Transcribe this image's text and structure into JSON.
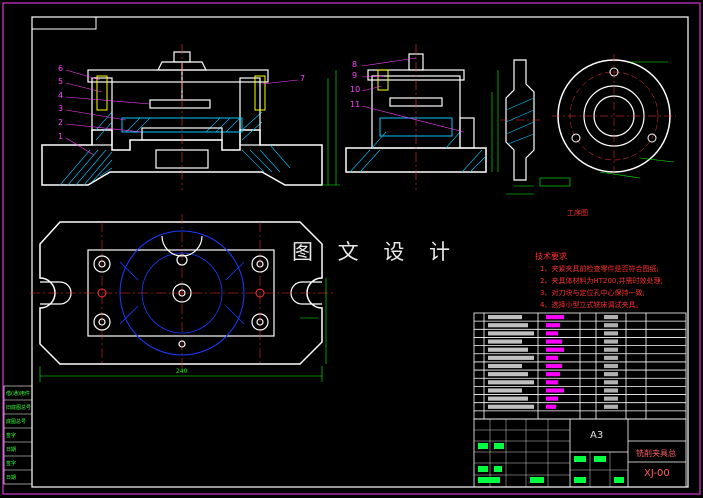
{
  "watermark": "图 文 设 计",
  "tech_requirements": {
    "title": "技术要求",
    "lines": [
      "1、夹紧夹具前检查零件是否符合图纸;",
      "2、夹具体材料为HT200,并需时效处理;",
      "3、对刀块与定位孔中心保持一致;",
      "4、选择小型立式铣床调试夹具。"
    ]
  },
  "workpiece_caption": "工序图",
  "title_block": {
    "size": "A3",
    "drawing_name": "铣削夹具总",
    "drawing_number": "XJ-00"
  },
  "part_numbers_left": [
    "6",
    "5",
    "4",
    "3",
    "2",
    "1"
  ],
  "part_number_right_left_view": "7",
  "part_numbers_mid": [
    "8",
    "9",
    "10",
    "11"
  ],
  "side_labels": [
    "借(通)用件",
    "旧底图总号",
    "底图总号",
    "签字",
    "日期",
    "签字",
    "日期"
  ],
  "bottom_dim": "240",
  "colors": {
    "frame": "#ffffff",
    "outline": "#ffffff",
    "hatch": "#00c8ff",
    "dimension": "#00ff00",
    "center": "#ff3030",
    "bolt": "#ffff00",
    "label": "#ff40ff",
    "circle": "#1a3cff",
    "table_bar": "#ff00ff"
  }
}
